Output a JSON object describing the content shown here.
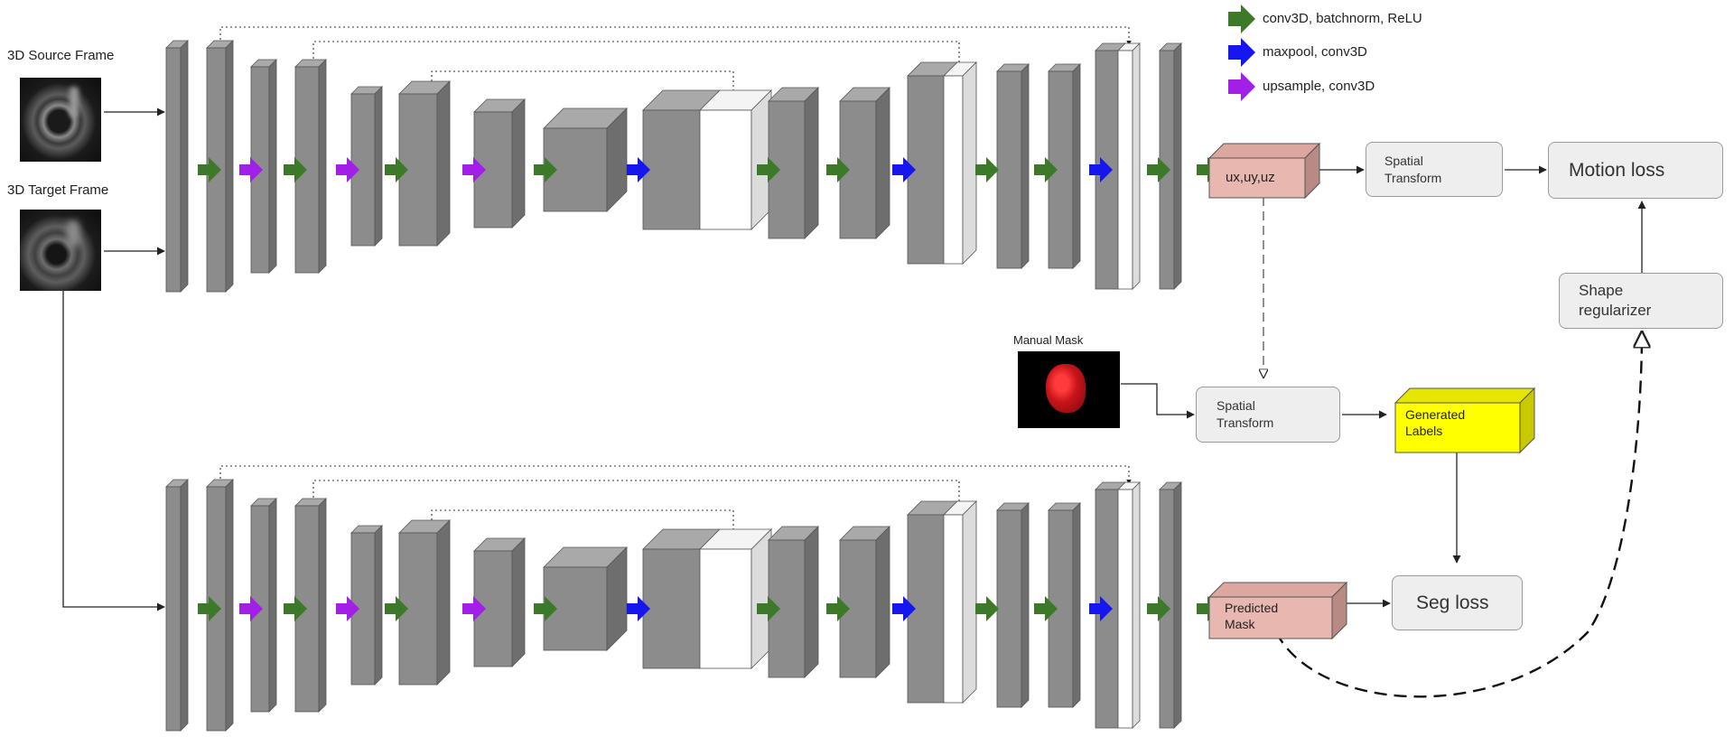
{
  "inputs": {
    "source_label": "3D Source Frame",
    "target_label": "3D Target Frame",
    "manual_mask_label": "Manual Mask"
  },
  "legend": [
    {
      "label": "conv3D, batchnorm, ReLU",
      "color": "#3c7a2a"
    },
    {
      "label": "maxpool, conv3D",
      "color": "#1616ee"
    },
    {
      "label": "upsample, conv3D",
      "color": "#a21fe8"
    }
  ],
  "nodes": {
    "motion_output": "ux,uy,uz",
    "spatial_transform_top": "Spatial\nTransform",
    "motion_loss": "Motion loss",
    "shape_regularizer": "Shape\nregularizer",
    "spatial_transform_mid": "Spatial\nTransform",
    "generated_labels": "Generated\nLabels",
    "predicted_mask": "Predicted\nMask",
    "seg_loss": "Seg loss"
  },
  "colors": {
    "block_front": "#8c8c8c",
    "block_top": "#a9a9a9",
    "block_side": "#6e6e6e",
    "output_box": "#e8b8b0",
    "generated_labels": "#ffff00",
    "node_fill": "#eeeeee",
    "mask_red": "#c8141a"
  },
  "arrow_sequence": [
    "green",
    "purple",
    "green",
    "purple",
    "green",
    "purple",
    "green",
    "blue",
    "green",
    "green",
    "blue",
    "green",
    "green",
    "blue",
    "green",
    "green"
  ]
}
